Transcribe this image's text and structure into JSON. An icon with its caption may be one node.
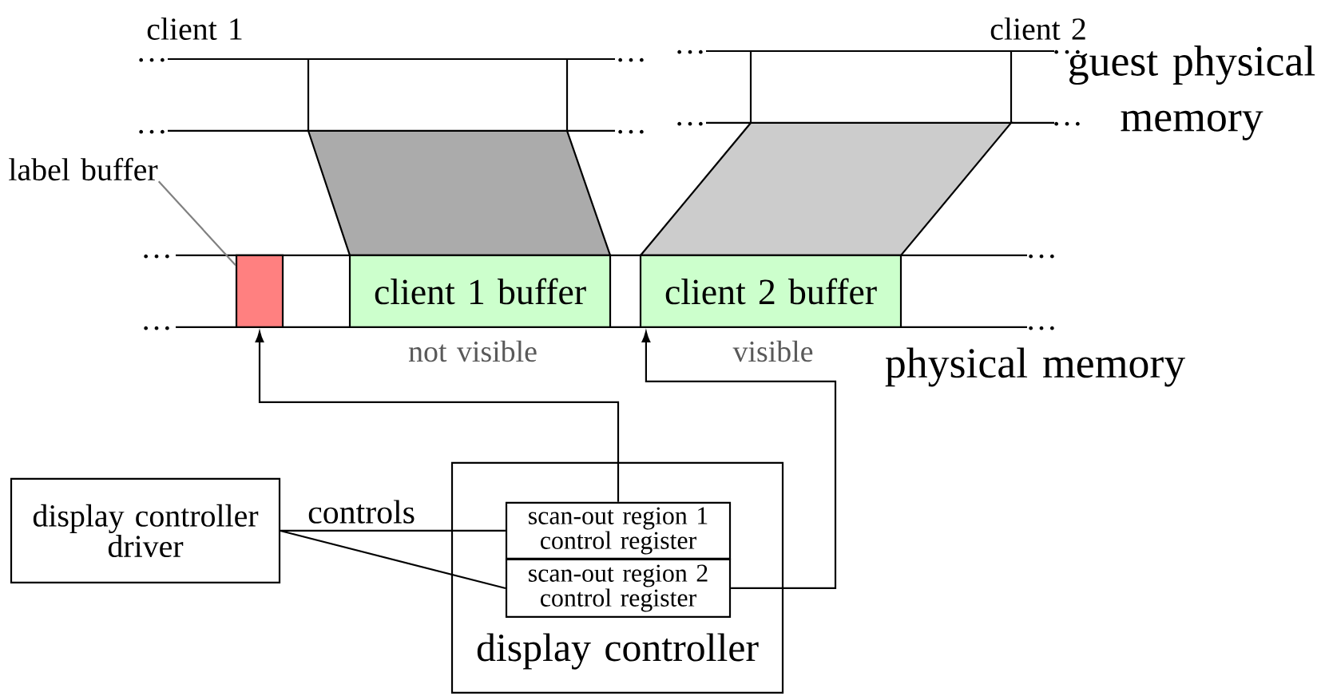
{
  "diagram": {
    "nodes": [
      {
        "text": [],
        "shape": "box"
      },
      {
        "text": [],
        "shape": "box"
      },
      {
        "text": [
          "label buffer"
        ]
      },
      {
        "text": [],
        "shape": "box"
      },
      {
        "text": [
          "client 1 buffer"
        ],
        "beside": [
          "not visible"
        ]
      },
      {
        "text": [
          "client 2 buffer"
        ],
        "beside": [
          "visible"
        ]
      },
      {
        "text": [
          "display controller driver"
        ]
      },
      {
        "text": [
          "display controller"
        ]
      },
      {
        "text": [
          "scan-out region 1 control register"
        ],
        "in": 7
      },
      {
        "text": [
          "scan-out region 2 control register"
        ],
        "in": 7
      }
    ],
    "edges": [
      {
        "from": 2,
        "to": 3,
        "arrow": "none",
        "color": "#808080"
      },
      {
        "from": 6,
        "to": 8,
        "arrow": "none",
        "label": "controls"
      },
      {
        "from": 6,
        "to": 9,
        "arrow": "none"
      },
      {
        "from": 8,
        "to": 3,
        "arrow": "to"
      },
      {
        "from": 9,
        "to": 5,
        "arrow": "to"
      }
    ],
    "labels": [
      "client 1",
      "client 2",
      "…",
      "…",
      "…",
      "…",
      "guest physical memory",
      "…",
      "…",
      "…",
      "…",
      "…",
      "…",
      "…",
      "…",
      "physical memory"
    ]
  }
}
